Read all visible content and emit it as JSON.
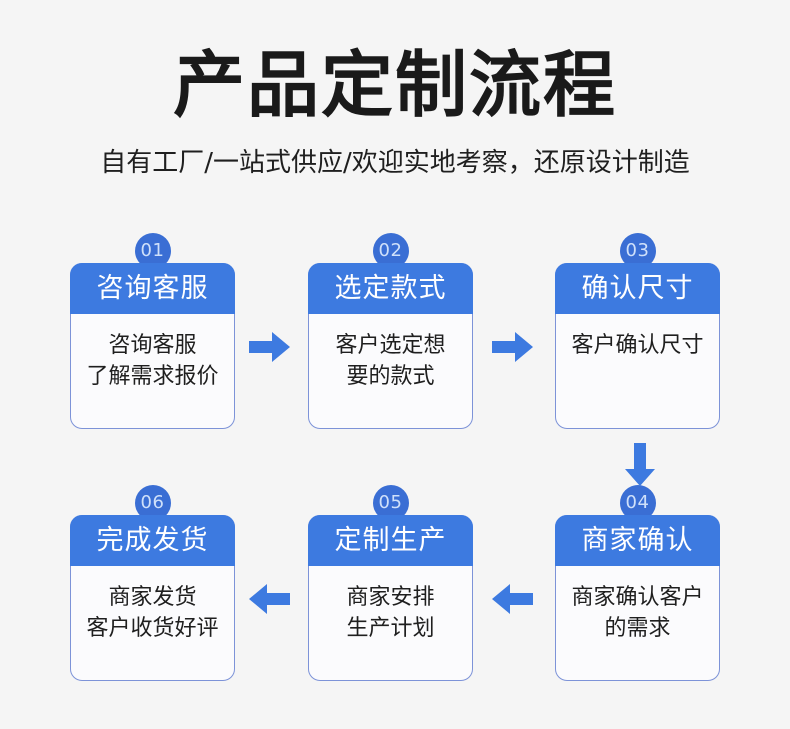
{
  "header": {
    "title": "产品定制流程",
    "subtitle": "自有工厂/一站式供应/欢迎实地考察，还原设计制造"
  },
  "theme": {
    "background": "#f5f5f5",
    "header_blue": "#3d7ae0",
    "badge_blue": "#3a6ed4",
    "card_border": "#7d93d8",
    "card_body_bg": "#fbfbfd",
    "arrow_blue": "#3d7ae0",
    "title_color": "#1a1a1a"
  },
  "steps": [
    {
      "number": "01",
      "title": "咨询客服",
      "body_lines": [
        "咨询客服",
        "了解需求报价"
      ]
    },
    {
      "number": "02",
      "title": "选定款式",
      "body_lines": [
        "客户选定想",
        "要的款式"
      ]
    },
    {
      "number": "03",
      "title": "确认尺寸",
      "body_lines": [
        "客户确认尺寸"
      ]
    },
    {
      "number": "04",
      "title": "商家确认",
      "body_lines": [
        "商家确认客户",
        "的需求"
      ]
    },
    {
      "number": "05",
      "title": "定制生产",
      "body_lines": [
        "商家安排",
        "生产计划"
      ]
    },
    {
      "number": "06",
      "title": "完成发货",
      "body_lines": [
        "商家发货",
        "客户收货好评"
      ]
    }
  ],
  "connectors": [
    {
      "from": "01",
      "to": "02",
      "direction": "right"
    },
    {
      "from": "02",
      "to": "03",
      "direction": "right"
    },
    {
      "from": "03",
      "to": "04",
      "direction": "down"
    },
    {
      "from": "04",
      "to": "05",
      "direction": "left"
    },
    {
      "from": "05",
      "to": "06",
      "direction": "left"
    }
  ]
}
